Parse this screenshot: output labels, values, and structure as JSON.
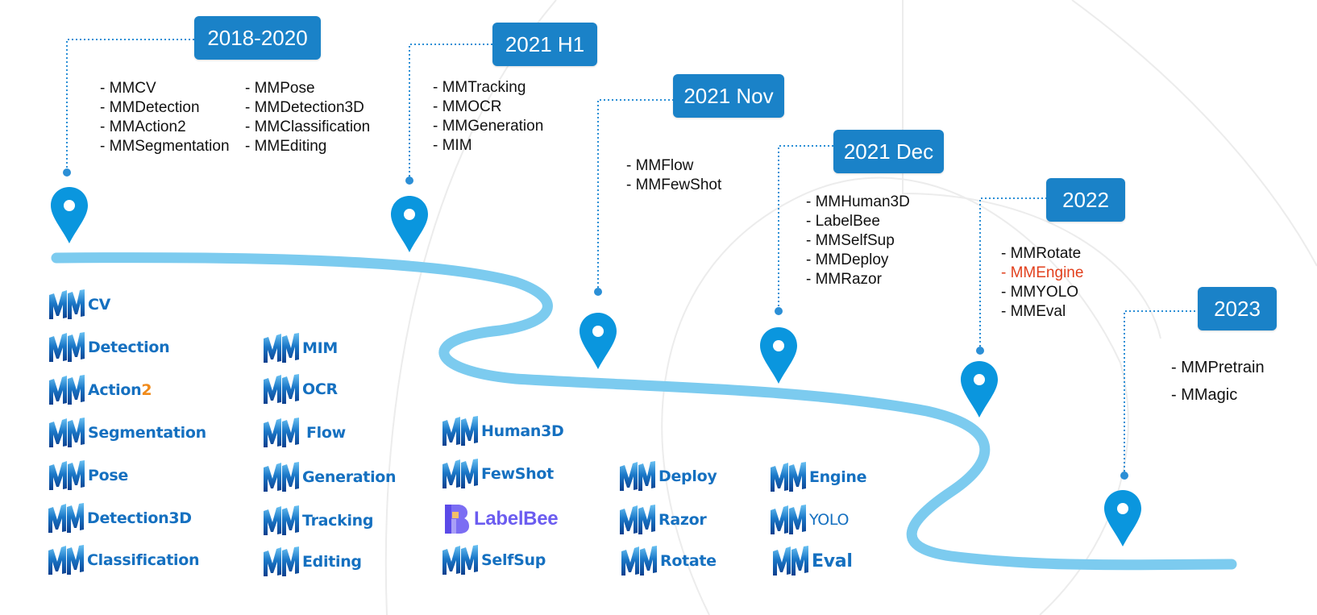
{
  "colors": {
    "period_box": "#1a82c8",
    "pin": "#0a96de",
    "road": "#7ccbef",
    "dotted_line": "#2b8fd6",
    "highlight_text": "#e2401d",
    "logo_text": "#1570c0",
    "logo_accent": "#f08a1a",
    "labelbee": "#6b5cf0"
  },
  "timeline": [
    {
      "period": "2018-2020",
      "items": [
        "- MMCV",
        "- MMDetection",
        "- MMAction2",
        "- MMSegmentation"
      ],
      "items_col2": [
        "- MMPose",
        "- MMDetection3D",
        "- MMClassification",
        "- MMEditing"
      ]
    },
    {
      "period": "2021 H1",
      "items": [
        "- MMTracking",
        "- MMOCR",
        "- MMGeneration",
        "- MIM"
      ]
    },
    {
      "period": "2021 Nov",
      "items": [
        "- MMFlow",
        "- MMFewShot"
      ]
    },
    {
      "period": "2021 Dec",
      "items": [
        "- MMHuman3D",
        "- LabelBee",
        "- MMSelfSup",
        "- MMDeploy",
        "- MMRazor"
      ]
    },
    {
      "period": "2022",
      "items": [
        "- MMRotate",
        "- MMEngine",
        "- MMYOLO",
        "- MMEval"
      ],
      "highlighted_item": "- MMEngine"
    },
    {
      "period": "2023",
      "items": [
        "- MMPretrain",
        "- MMagic"
      ]
    }
  ],
  "logos": {
    "col1": [
      "CV",
      "Detection",
      "Action",
      "Segmentation",
      "Pose",
      "Detection3D",
      "Classification"
    ],
    "action_suffix": "2",
    "col2": [
      "MIM",
      "OCR",
      "Flow",
      "Generation",
      "Tracking",
      "Editing"
    ],
    "col3": [
      "Human3D",
      "FewShot",
      "LabelBee",
      "SelfSup"
    ],
    "col4": [
      "Deploy",
      "Razor",
      "Rotate"
    ],
    "col5": [
      "Engine",
      "YOLO",
      "Eval"
    ]
  }
}
